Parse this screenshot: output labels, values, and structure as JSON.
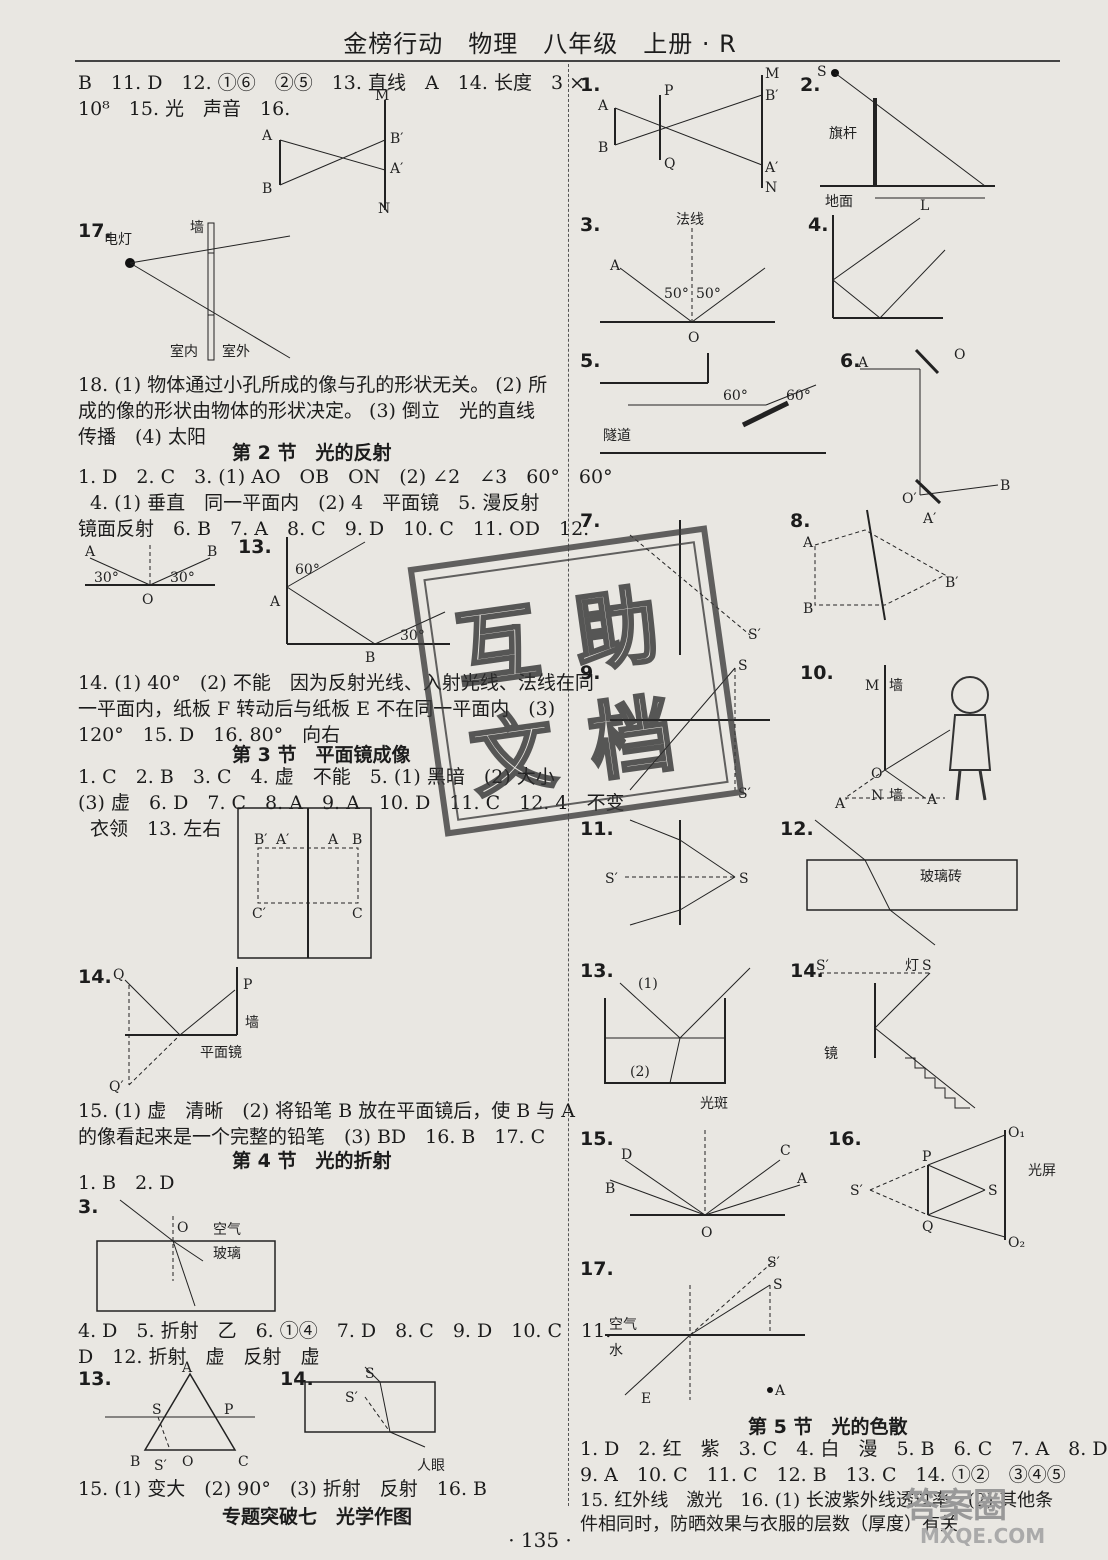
{
  "header": {
    "title": "金榜行动　物理　八年级　上册 · R"
  },
  "page_number": "· 135 ·",
  "watermark": {
    "c1": "互",
    "c2": "助",
    "c3": "文",
    "c4": "档"
  },
  "corner_watermark": {
    "top": "答案圈",
    "bottom": "MXQE.COM"
  },
  "left": {
    "l1": "B　11. D　12. ①⑥　②⑤　13. 直线　A　14. 长度　3 ×",
    "l2": "10⁸　15. 光　声音　16.",
    "q17": "17.",
    "l18a": "18. (1) 物体通过小孔所成的像与孔的形状无关。 (2) 所",
    "l18b": "成的像的形状由物体的形状决定。 (3) 倒立　光的直线",
    "l18c": "传播　(4) 太阳",
    "s2": "第 2 节　光的反射",
    "s2a": "1. D　2. C　3. (1) AO　OB　ON　(2) ∠2　∠3　60°　60°",
    "s2b": "4. (1) 垂直　同一平面内　(2) 4　平面镜　5. 漫反射",
    "s2c": "镜面反射　6. B　7. A　8. C　9. D　10. C　11. OD　12.",
    "q13": "13.",
    "s2d": "14. (1) 40°　(2) 不能　因为反射光线、入射光线、法线在同",
    "s2e": "一平面内，纸板 F 转动后与纸板 E 不在同一平面内　(3)",
    "s2f": "120°　15. D　16. 80°　向右",
    "s3": "第 3 节　平面镜成像",
    "s3a": "1. C　2. B　3. C　4. 虚　不能　5. (1) 黑暗　(2) 大小",
    "s3b": "(3) 虚　6. D　7. C　8. A　9. A　10. D　11. C　12. 4　不变",
    "s3c": "衣领　13. 左右",
    "q14": "14.",
    "s3d": "15. (1) 虚　清晰　(2) 将铅笔 B 放在平面镜后，使 B 与 A",
    "s3e": "的像看起来是一个完整的铅笔　(3) BD　16. B　17. C",
    "s4": "第 4 节　光的折射",
    "s4a": "1. B　2. D",
    "q3": "3.",
    "s4b": "4. D　5. 折射　乙　6. ①④　7. D　8. C　9. D　10. C　11.",
    "s4c": "D　12. 折射　虚　反射　虚",
    "q13b": "13.",
    "q14b": "14.",
    "s4d": "15. (1) 变大　(2) 90°　(3) 折射　反射　16. B",
    "s7": "专题突破七　光学作图"
  },
  "right": {
    "n1": "1.",
    "n2": "2.",
    "n3": "3.",
    "n4": "4.",
    "n5": "5.",
    "n6": "6.",
    "n7": "7.",
    "n8": "8.",
    "n9": "9.",
    "n10": "10.",
    "n11": "11.",
    "n12": "12.",
    "n13": "13.",
    "n14": "14.",
    "n15": "15.",
    "n16": "16.",
    "n17": "17.",
    "s5": "第 5 节　光的色散",
    "s5a": "1. D　2. 红　紫　3. C　4. 白　漫　5. B　6. C　7. A　8. D",
    "s5b": "9. A　10. C　11. C　12. B　13. C　14. ①②　③④⑤",
    "s5c": "15. 红外线　激光　16. (1) 长波紫外线透过率　(2) 其他条",
    "s5d": "件相同时，防晒效果与衣服的层数（厚度）有关"
  },
  "labels": {
    "wall": "墙",
    "lamp": "电灯",
    "indoor": "室内",
    "outdoor": "室外",
    "mirror": "平面镜",
    "flagpole": "旗杆",
    "ground": "地面",
    "normal": "法线",
    "tunnel": "隧道",
    "glass_brick": "玻璃砖",
    "light": "灯",
    "mirror2": "镜",
    "spot": "光斑",
    "screen": "光屏",
    "air": "空气",
    "glass": "玻璃",
    "water": "水",
    "eye": "人眼"
  }
}
